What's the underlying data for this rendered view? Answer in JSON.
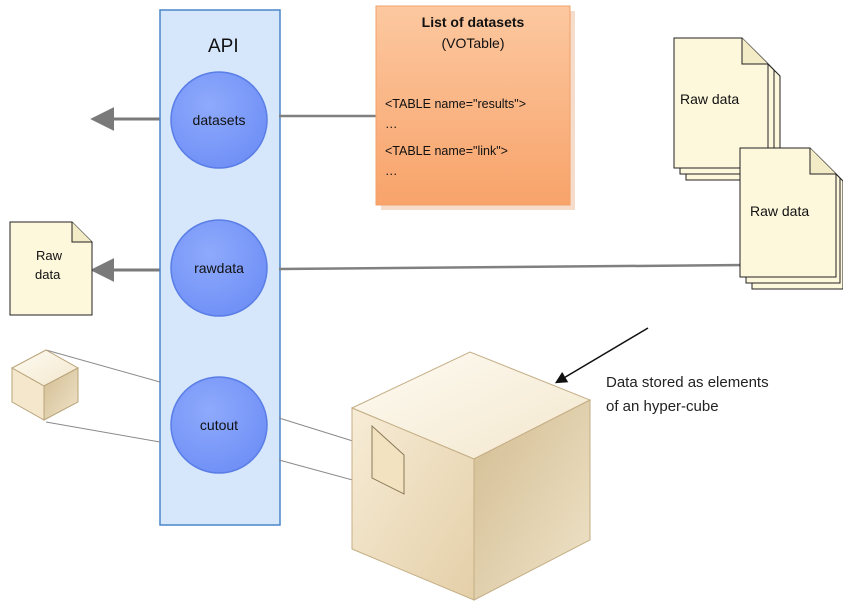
{
  "api": {
    "title": "API",
    "endpoints": [
      {
        "label": "datasets"
      },
      {
        "label": "rawdata"
      },
      {
        "label": "cutout"
      }
    ]
  },
  "votable": {
    "title": "List of datasets",
    "subtitle": "(VOTable)",
    "lines": [
      "<TABLE name=\"results\">",
      "…",
      "<TABLE name=\"link\">",
      "…"
    ]
  },
  "raw_stacks": [
    {
      "label": "Raw data"
    },
    {
      "label": "Raw data"
    }
  ],
  "raw_output": {
    "line1": "Raw",
    "line2": "data"
  },
  "hypercube": {
    "caption_line1": "Data stored as elements",
    "caption_line2": "of an hyper-cube"
  },
  "colors": {
    "api_panel": "#d6e6fb",
    "api_border": "#4a86c8",
    "endpoint_fill": "#7d9dfb",
    "endpoint_stroke": "#5a7ee6",
    "votable_fill": "#fbb27f",
    "document_fill": "#fdf7dc",
    "cube_light": "#fdf6e8",
    "cube_mid": "#efe0c2",
    "cube_dark": "#d9c39a",
    "connector": "#808080",
    "text": "#111111"
  }
}
